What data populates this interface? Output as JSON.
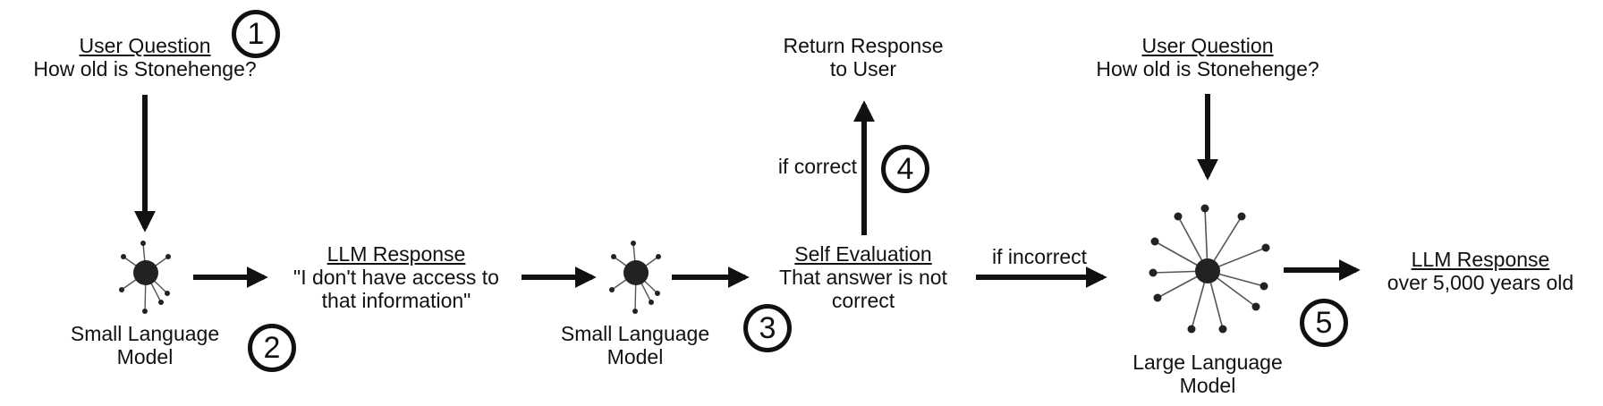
{
  "step1": {
    "number": "1",
    "heading": "User Question",
    "text": "How old is Stonehenge?"
  },
  "small_model_1": {
    "line1": "Small Language",
    "line2": "Model"
  },
  "step2": {
    "number": "2"
  },
  "llm_response_1": {
    "heading": "LLM Response",
    "line1": "\"I don't have access to",
    "line2": "that information\""
  },
  "small_model_2": {
    "line1": "Small Language",
    "line2": "Model"
  },
  "step3": {
    "number": "3"
  },
  "self_eval": {
    "heading": "Self Evaluation",
    "line1": "That answer is not",
    "line2": "correct"
  },
  "return_response": {
    "line1": "Return Response",
    "line2": "to User"
  },
  "step4": {
    "number": "4",
    "label": "if correct"
  },
  "if_incorrect": {
    "label": "if incorrect"
  },
  "user_question_2": {
    "heading": "User Question",
    "text": "How old is Stonehenge?"
  },
  "large_model": {
    "line1": "Large Language",
    "line2": "Model"
  },
  "step5": {
    "number": "5"
  },
  "llm_response_2": {
    "heading": "LLM Response",
    "text": "over 5,000 years old"
  },
  "colors": {
    "ink": "#111111",
    "spoke": "#555555"
  }
}
